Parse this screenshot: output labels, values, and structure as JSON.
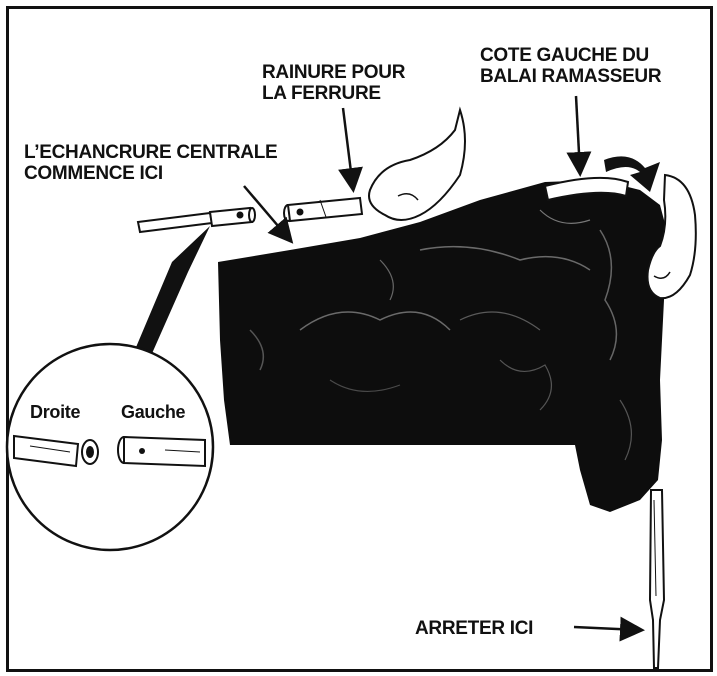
{
  "labels": {
    "groove": {
      "line1": "RAINURE POUR",
      "line2": "LA FERRURE"
    },
    "left_side": {
      "line1": "COTE GAUCHE DU",
      "line2": "BALAI RAMASSEUR"
    },
    "center_notch": {
      "line1": "L’ECHANCRURE CENTRALE",
      "line2": "COMMENCE ICI"
    },
    "stop_here": "ARRETER ICI"
  },
  "inset": {
    "right": "Droite",
    "left": "Gauche"
  },
  "colors": {
    "ink": "#111111",
    "bag": "#0d0d0d",
    "paper": "#ffffff"
  }
}
